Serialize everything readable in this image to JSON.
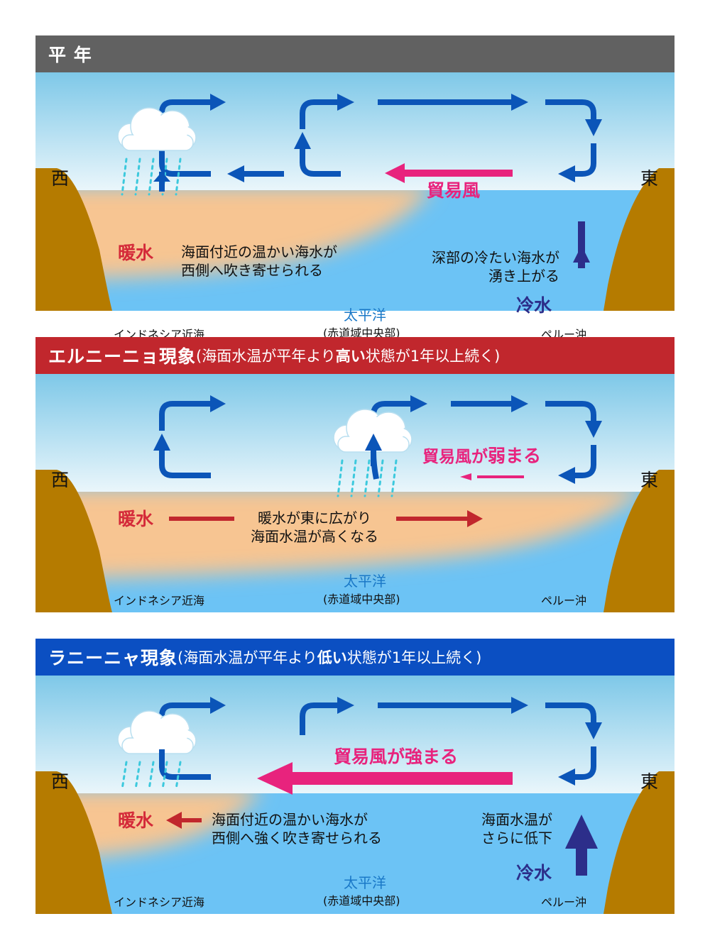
{
  "panels": [
    {
      "id": "normal",
      "header_color": "#616161",
      "title": "平 年",
      "west": "西",
      "east": "東",
      "warm_label": "暖水",
      "wind_label": "貿易風",
      "warm_text_1": "海面付近の温かい海水が",
      "warm_text_2": "西側へ吹き寄せられる",
      "cold_text_1": "深部の冷たい海水が",
      "cold_text_2": "湧き上がる",
      "cold_label": "冷水",
      "ocean": "太平洋",
      "ocean_sub": "(赤道域中央部)",
      "place_west": "インドネシア近海",
      "place_east": "ペルー沖"
    },
    {
      "id": "el-nino",
      "header_color": "#c1272d",
      "title": "エルニーニョ現象",
      "sub_1": "(海面水温が平年より",
      "sub_bold": "高い",
      "sub_2": "状態が1年以上続く)",
      "west": "西",
      "east": "東",
      "warm_label": "暖水",
      "wind_label": "貿易風が",
      "wind_bold": "弱まる",
      "warm_text_1": "暖水が東に広がり",
      "warm_text_2": "海面水温が高くなる",
      "ocean": "太平洋",
      "ocean_sub": "(赤道域中央部)",
      "place_west": "インドネシア近海",
      "place_east": "ペルー沖"
    },
    {
      "id": "la-nina",
      "header_color": "#0b4fc2",
      "title": "ラニーニャ現象",
      "sub_1": "(海面水温が平年より",
      "sub_bold": "低い",
      "sub_2": "状態が1年以上続く)",
      "west": "西",
      "east": "東",
      "warm_label": "暖水",
      "wind_label": "貿易風が強まる",
      "warm_text_1": "海面付近の温かい海水が",
      "warm_text_2": "西側へ強く吹き寄せられる",
      "cold_text_1": "海面水温が",
      "cold_text_2": "さらに低下",
      "cold_label": "冷水",
      "ocean": "太平洋",
      "ocean_sub": "(赤道域中央部)",
      "place_west": "インドネシア近海",
      "place_east": "ペルー沖"
    }
  ],
  "colors": {
    "sky_top": "#7ec8e8",
    "sky_bottom": "#e9f6fb",
    "sea": "#6cc3f5",
    "warm_water": "#f7c592",
    "land": "#b57b00",
    "circulation_arrow": "#0b55b8",
    "trade_wind": "#e8237d",
    "warm_arrow": "#c1272d",
    "upwelling_arrow": "#2c2e8a",
    "rain": "#3cc9dd"
  }
}
